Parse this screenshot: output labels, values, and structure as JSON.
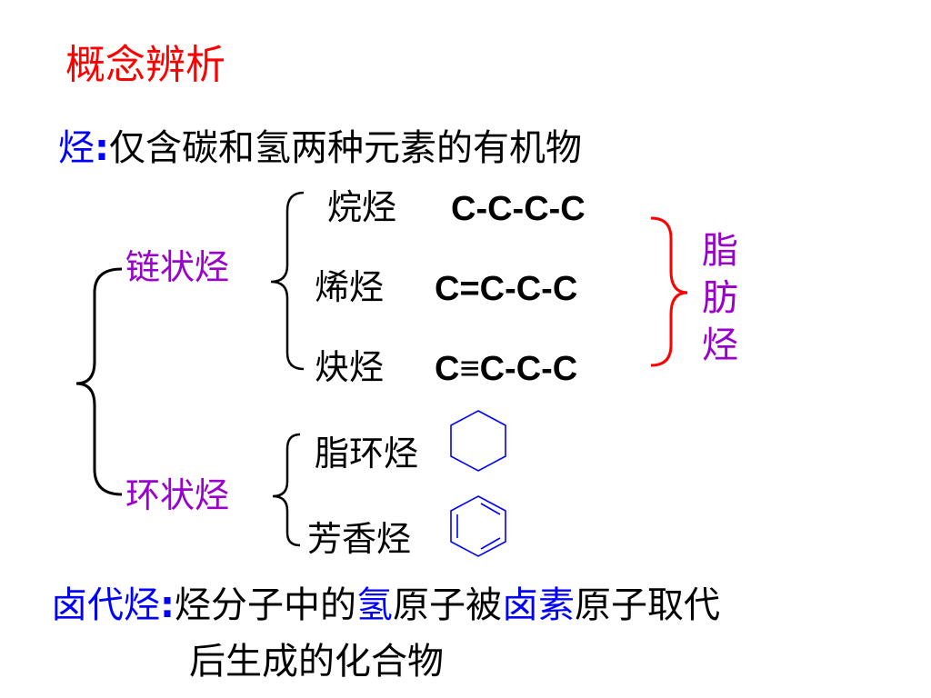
{
  "title": "概念辨析",
  "hydrocarbon": {
    "term": "烃",
    "colon": ":",
    "definition": "仅含碳和氢两种元素的有机物"
  },
  "chain": {
    "label": "链状烃",
    "items": [
      {
        "name": "烷烃",
        "formula": "C-C-C-C"
      },
      {
        "name": "烯烃",
        "formula": "C=C-C-C"
      },
      {
        "name": "炔烃",
        "formula": "C≡C-C-C"
      }
    ],
    "group_label": [
      "脂",
      "肪",
      "烃"
    ]
  },
  "cyclic": {
    "label": "环状烃",
    "items": [
      {
        "name": "脂环烃",
        "icon": "cyclohexane-icon"
      },
      {
        "name": "芳香烃",
        "icon": "benzene-icon"
      }
    ]
  },
  "halohydrocarbon": {
    "term": "卤代烃",
    "colon": ":",
    "definition_parts": [
      "烃分子中的",
      "氢",
      "原子被",
      "卤素",
      "原子取代"
    ],
    "definition_line2": "后生成的化合物"
  },
  "colors": {
    "title": "#ff0000",
    "term": "#0000ff",
    "category": "#9900cc",
    "text": "#000000",
    "bracket_red": "#ff0000",
    "ring": "#0000ff"
  }
}
